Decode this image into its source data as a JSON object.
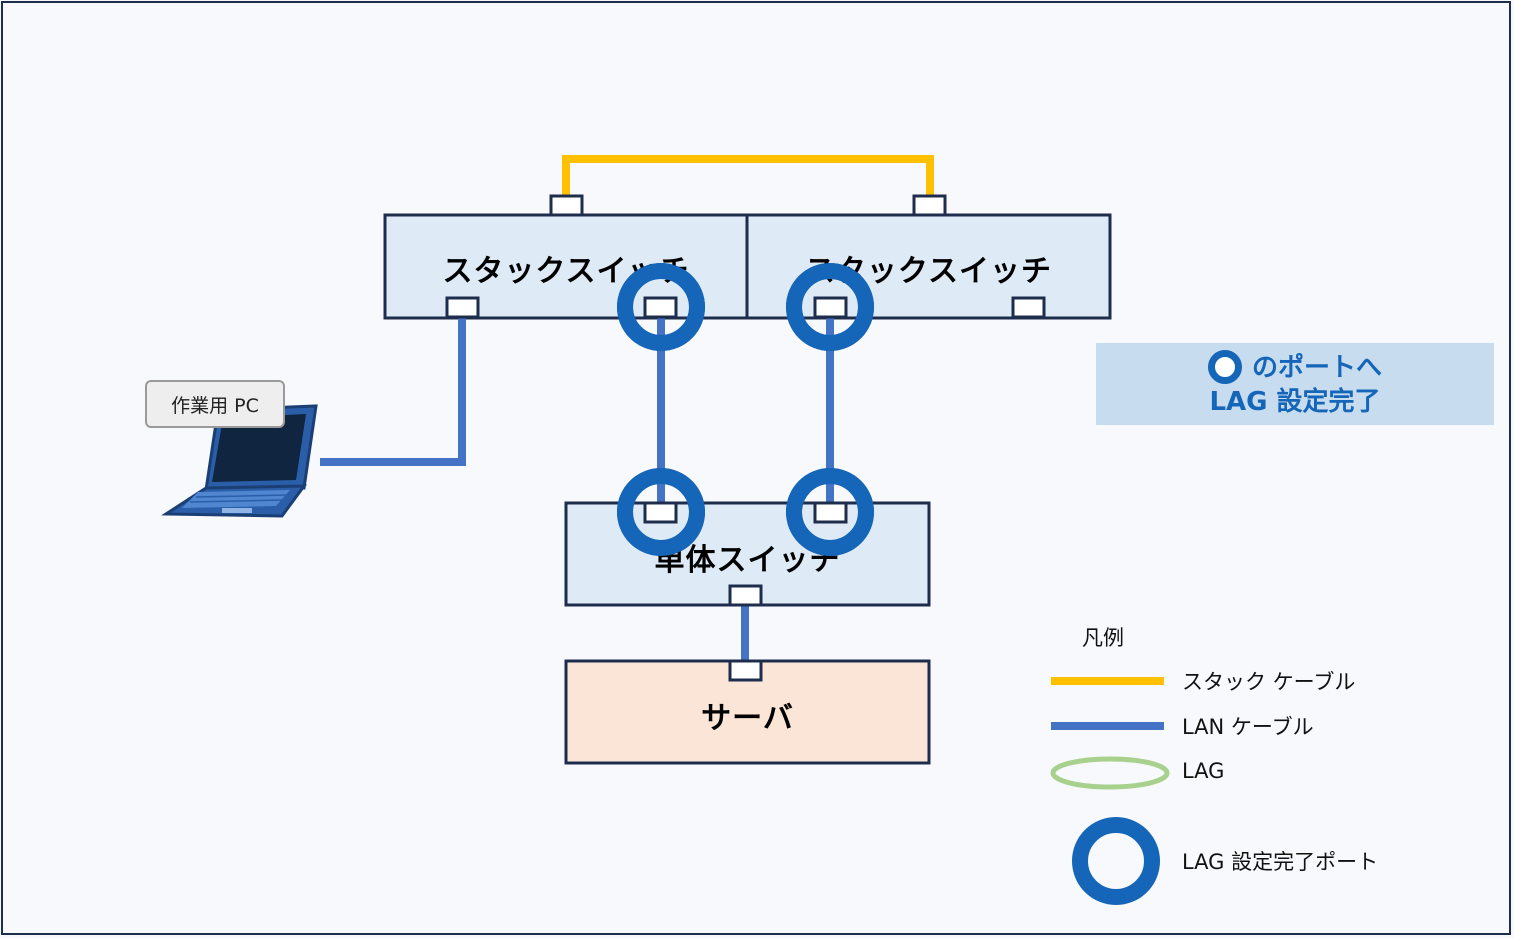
{
  "diagram": {
    "stack_switch_1_label": "スタックスイッチ",
    "stack_switch_2_label": "スタックスイッチ",
    "single_switch_label": "単体スイッチ",
    "server_label": "サーバ",
    "pc_label": "作業用 PC",
    "note_line1": "のポートへ",
    "note_line2": "LAG 設定完了"
  },
  "legend": {
    "title": "凡例",
    "stack_cable": "スタック ケーブル",
    "lan_cable": "LAN ケーブル",
    "lag": "LAG",
    "lag_port": "LAG 設定完了ポート"
  },
  "colors": {
    "stack_cable": "#ffc000",
    "lan_cable": "#4472c4",
    "lag": "#a9d18e",
    "lag_port": "#1565b8",
    "switch_fill": "#deebf7",
    "server_fill": "#fbe5d6",
    "border": "#1f2d4d"
  }
}
